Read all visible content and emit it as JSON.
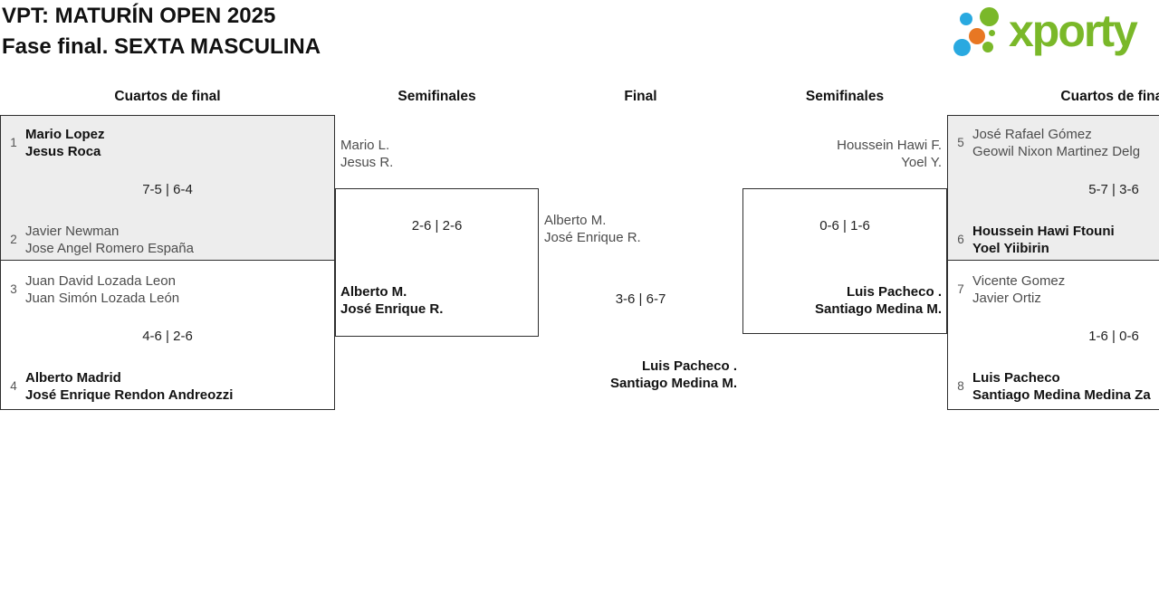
{
  "header": {
    "title": "VPT: MATURÍN OPEN 2025",
    "subtitle": "Fase final. SEXTA MASCULINA",
    "logo_text": "xporty",
    "logo_colors": {
      "green": "#7ab829",
      "blue": "#29a9e0",
      "orange": "#e87723"
    }
  },
  "columns": {
    "qf_left": "Cuartos de final",
    "sf_left": "Semifinales",
    "final": "Final",
    "sf_right": "Semifinales",
    "qf_right": "Cuartos de final"
  },
  "bracket": {
    "qf_left_1": {
      "seed1": "1",
      "team1": [
        "Mario Lopez",
        "Jesus Roca"
      ],
      "score": "7-5 | 6-4",
      "seed2": "2",
      "team2": [
        "Javier Newman",
        "Jose Angel Romero España"
      ]
    },
    "qf_left_2": {
      "seed1": "3",
      "team1": [
        "Juan David Lozada Leon",
        "Juan Simón Lozada León"
      ],
      "score": "4-6 | 2-6",
      "seed2": "4",
      "team2": [
        "Alberto Madrid",
        "José Enrique Rendon Andreozzi"
      ]
    },
    "sf_left": {
      "team1": [
        "Mario L.",
        "Jesus R."
      ],
      "score": "2-6 | 2-6",
      "team2": [
        "Alberto M.",
        "José Enrique R."
      ]
    },
    "final": {
      "team1": [
        "Alberto M.",
        "José Enrique R."
      ],
      "score": "3-6 | 6-7",
      "team2": [
        "Luis Pacheco .",
        "Santiago Medina M."
      ]
    },
    "sf_right": {
      "team1": [
        "Houssein Hawi F.",
        "Yoel Y."
      ],
      "score": "0-6 | 1-6",
      "team2": [
        "Luis Pacheco .",
        "Santiago Medina M."
      ]
    },
    "qf_right_1": {
      "seed1": "5",
      "team1": [
        "José Rafael Gómez",
        "Geowil Nixon Martinez Delg"
      ],
      "score": "5-7 | 3-6",
      "seed2": "6",
      "team2": [
        "Houssein Hawi Ftouni",
        "Yoel Yiibirin"
      ]
    },
    "qf_right_2": {
      "seed1": "7",
      "team1": [
        "Vicente Gomez",
        "Javier Ortiz"
      ],
      "score": "1-6 | 0-6",
      "seed2": "8",
      "team2": [
        "Luis Pacheco",
        "Santiago Medina Medina Za"
      ]
    }
  }
}
